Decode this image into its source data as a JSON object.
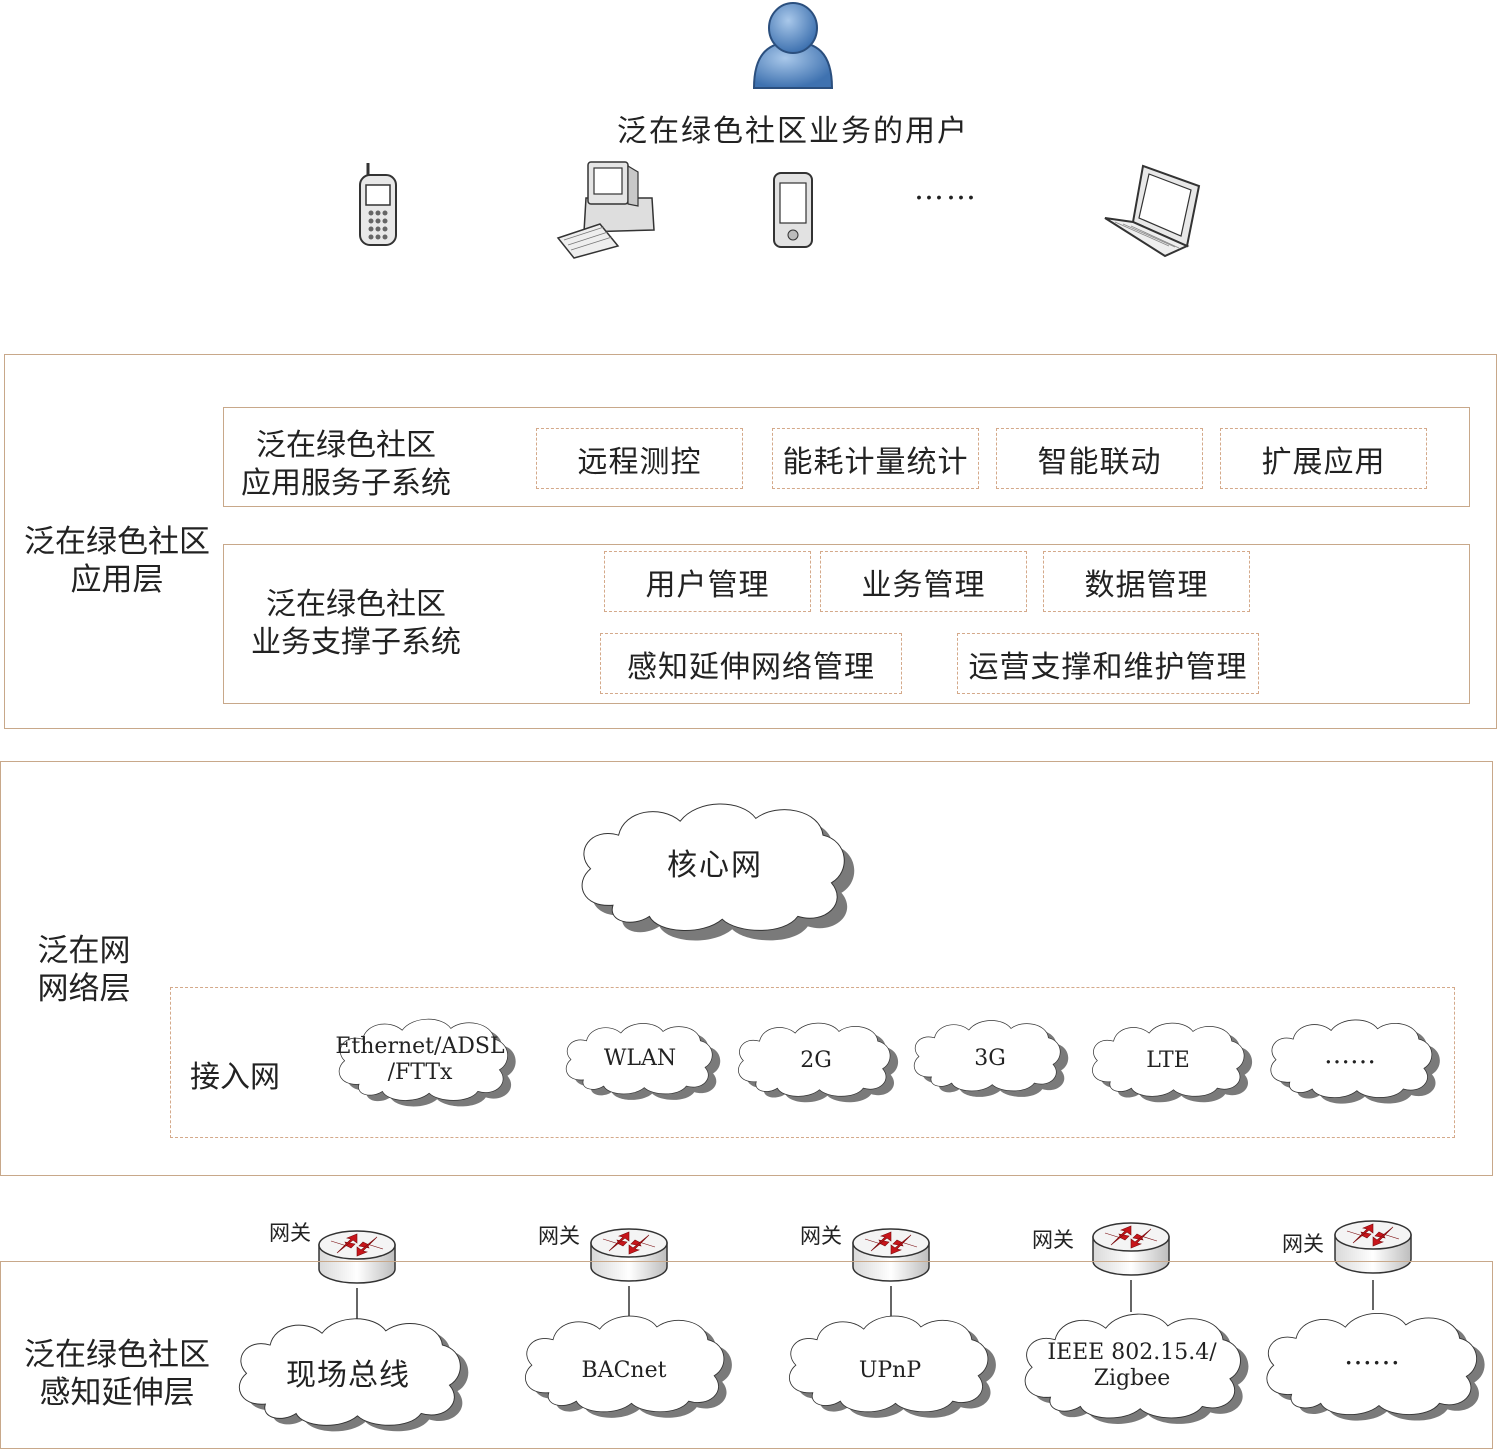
{
  "user": {
    "label": "泛在绿色社区业务的用户",
    "ellipsis": "……"
  },
  "devices": [
    "mobile-phone-icon",
    "desktop-computer-icon",
    "pda-icon",
    "laptop-icon"
  ],
  "app_layer": {
    "label_line1": "泛在绿色社区",
    "label_line2": "应用层",
    "service": {
      "label_line1": "泛在绿色社区",
      "label_line2": "应用服务子系统",
      "items": [
        "远程测控",
        "能耗计量统计",
        "智能联动",
        "扩展应用"
      ]
    },
    "support": {
      "label_line1": "泛在绿色社区",
      "label_line2": "业务支撑子系统",
      "row1": [
        "用户管理",
        "业务管理",
        "数据管理"
      ],
      "row2": [
        "感知延伸网络管理",
        "运营支撑和维护管理"
      ]
    }
  },
  "network_layer": {
    "label_line1": "泛在网",
    "label_line2": "网络层",
    "core": "核心网",
    "access_label": "接入网",
    "access": [
      {
        "line1": "Ethernet/ADSL",
        "line2": "/FTTx"
      },
      {
        "line1": "WLAN",
        "line2": ""
      },
      {
        "line1": "2G",
        "line2": ""
      },
      {
        "line1": "3G",
        "line2": ""
      },
      {
        "line1": "LTE",
        "line2": ""
      },
      {
        "line1": "……",
        "line2": ""
      }
    ]
  },
  "sensing_layer": {
    "label_line1": "泛在绿色社区",
    "label_line2": "感知延伸层",
    "gateway_label": "网关",
    "networks": [
      {
        "line1": "现场总线",
        "line2": ""
      },
      {
        "line1": "BACnet",
        "line2": ""
      },
      {
        "line1": "UPnP",
        "line2": ""
      },
      {
        "line1": "IEEE 802.15.4/",
        "line2": "Zigbee"
      },
      {
        "line1": "……",
        "line2": ""
      }
    ]
  },
  "colors": {
    "border": "#c8a88a",
    "dashed": "#d4a98a",
    "user_blue": "#5b8ec7",
    "router_arrow": "#c8151b"
  }
}
